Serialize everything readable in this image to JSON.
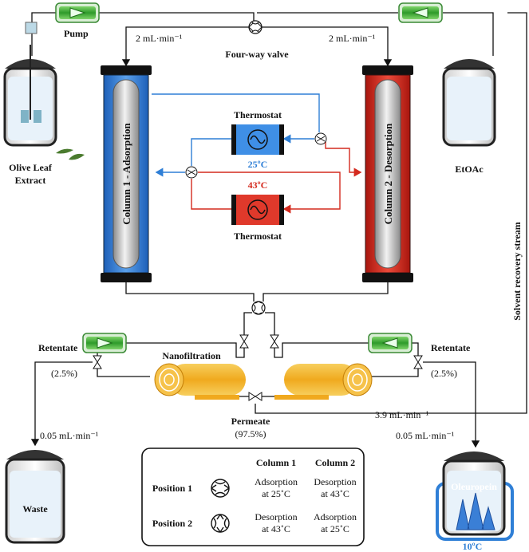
{
  "labels": {
    "pump": "Pump",
    "four_way_valve": "Four-way valve",
    "flow_left": "2 mL·min⁻¹",
    "flow_right": "2 mL·min⁻¹",
    "olive_leaf_extract_1": "Olive Leaf",
    "olive_leaf_extract_2": "Extract",
    "etoac": "EtOAc",
    "thermostat_top": "Thermostat",
    "thermostat_bottom": "Thermostat",
    "temp_cold": "25ºC",
    "temp_hot": "43ºC",
    "column1": "Column 1 - Adsorption",
    "column2": "Column 2 - Desorption",
    "solvent_recovery": "Solvent recovery stream",
    "nanofiltration": "Nanofiltration",
    "retentate_left": "Retentate",
    "retentate_right": "Retentate",
    "ret_pct_left": "(2.5%)",
    "ret_pct_right": "(2.5%)",
    "permeate": "Permeate",
    "permeate_pct": "(97.5%)",
    "flow_permeate": "3.9 mL·min⁻¹",
    "flow_waste": "0.05 mL·min⁻¹",
    "flow_oleuropein": "0.05 mL·min⁻¹",
    "waste": "Waste",
    "oleuropein": "Oleuropein",
    "temp_oleuropein": "10ºC"
  },
  "table": {
    "header_col1": "Column 1",
    "header_col2": "Column 2",
    "rows": [
      {
        "label": "Position 1",
        "col1_a": "Adsorption",
        "col1_b": "at 25˚C",
        "col2_a": "Desorption",
        "col2_b": "at 43˚C"
      },
      {
        "label": "Position 2",
        "col1_a": "Desorption",
        "col1_b": "at 43˚C",
        "col2_a": "Adsorption",
        "col2_b": "at 25˚C"
      }
    ]
  },
  "colors": {
    "cold": "#2f7fd6",
    "hot": "#d42a1e",
    "pump_green": "#3fae3a",
    "membrane": "#f2b636",
    "line": "#111111"
  }
}
